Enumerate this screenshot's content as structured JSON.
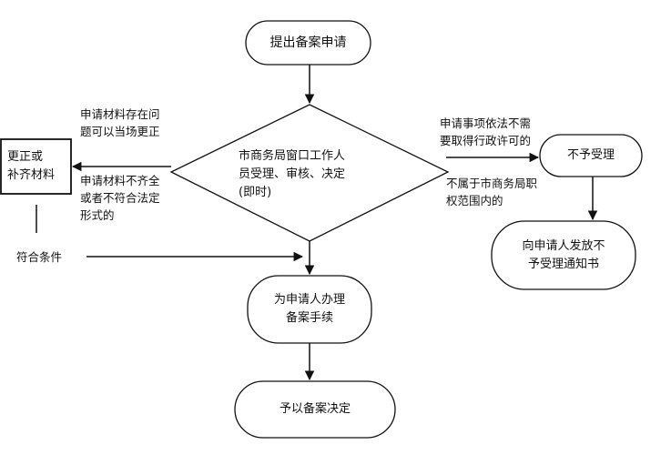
{
  "nodes": {
    "start": {
      "lines": [
        "提出备案申请"
      ]
    },
    "review": {
      "lines": [
        "市商务局窗口工作人",
        "员受理、审核、决定",
        "(即时)"
      ]
    },
    "correct": {
      "lines": [
        "更正或",
        "补齐材料"
      ]
    },
    "reject": {
      "lines": [
        "不予受理"
      ]
    },
    "notice": {
      "lines": [
        "向申请人发放不",
        "予受理通知书"
      ]
    },
    "process": {
      "lines": [
        "为申请人办理",
        "备案手续"
      ]
    },
    "decision": {
      "lines": [
        "予以备案决定"
      ]
    }
  },
  "edge_labels": {
    "fix_on_spot": [
      "申请材料存在问",
      "题可以当场更正"
    ],
    "incomplete": [
      "申请材料不齐全",
      "或者不符合法定",
      "形式的"
    ],
    "no_license": [
      "申请事项依法不需",
      "要取得行政许可的"
    ],
    "out_of_scope": [
      "不属于市商务局职",
      "权范围内的"
    ],
    "qualified": [
      "符合条件"
    ]
  }
}
